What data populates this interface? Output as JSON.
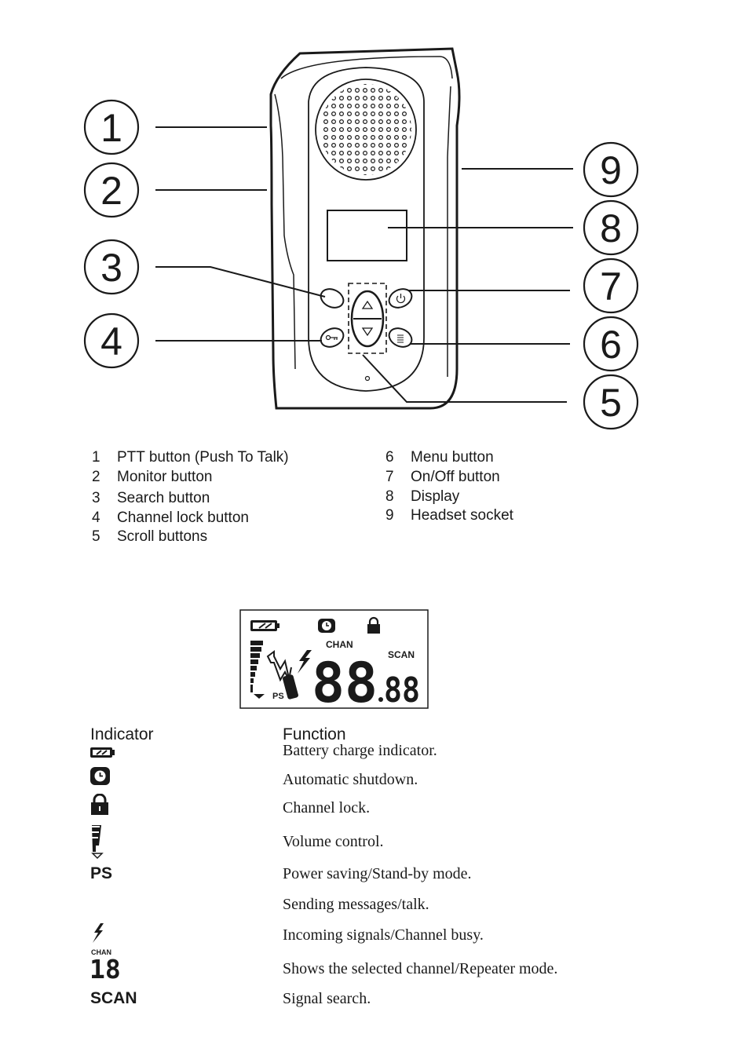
{
  "callouts": [
    "1",
    "2",
    "3",
    "4",
    "5",
    "6",
    "7",
    "8",
    "9"
  ],
  "legend": {
    "left": [
      {
        "num": "1",
        "label": "PTT button (Push To Talk)"
      },
      {
        "num": "2",
        "label": "Monitor button"
      },
      {
        "num": "3",
        "label": "Search button"
      },
      {
        "num": "4",
        "label": "Channel lock button"
      },
      {
        "num": "5",
        "label": "Scroll buttons"
      }
    ],
    "right": [
      {
        "num": "6",
        "label": "Menu button"
      },
      {
        "num": "7",
        "label": "On/Off button"
      },
      {
        "num": "8",
        "label": "Display"
      },
      {
        "num": "9",
        "label": "Headset socket"
      }
    ]
  },
  "lcd": {
    "chan": "CHAN",
    "scan": "SCAN",
    "ps": "PS",
    "big_digits": "88",
    "small_digits": "88"
  },
  "table": {
    "header_indicator": "Indicator",
    "header_function": "Function",
    "rows": [
      {
        "icon": "battery-icon",
        "indicator": "",
        "function": "Battery charge indicator."
      },
      {
        "icon": "clock-icon",
        "indicator": "",
        "function": "Automatic shutdown."
      },
      {
        "icon": "lock-icon",
        "indicator": "",
        "function": "Channel lock."
      },
      {
        "icon": "volume-bar-icon",
        "indicator": "",
        "function": "Volume control."
      },
      {
        "icon": "",
        "indicator": "PS",
        "function": "Power saving/Stand-by mode."
      },
      {
        "icon": "",
        "indicator": "",
        "function": "Sending messages/talk."
      },
      {
        "icon": "lightning-icon",
        "indicator": "",
        "function": "Incoming signals/Channel busy."
      },
      {
        "icon": "channel-digits-icon",
        "indicator": "18",
        "chan_label": "CHAN",
        "function": "Shows the selected channel/Repeater mode."
      },
      {
        "icon": "",
        "indicator": "SCAN",
        "function": "Signal search."
      }
    ]
  }
}
